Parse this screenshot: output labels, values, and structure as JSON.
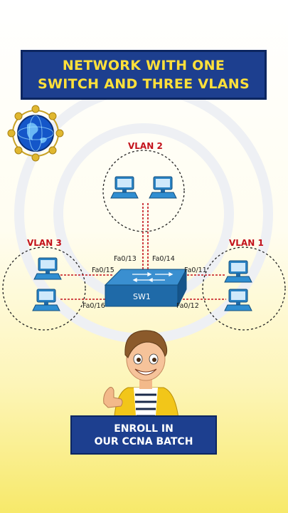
{
  "title": {
    "line1": "NETWORK WITH ONE",
    "line2": "SWITCH AND THREE VLANS"
  },
  "diagram": {
    "switch_label": "SW1",
    "vlans": [
      {
        "id": "vlan2",
        "label": "VLAN 2",
        "ports": [
          "Fa0/13",
          "Fa0/14"
        ]
      },
      {
        "id": "vlan3",
        "label": "VLAN 3",
        "ports": [
          "Fa0/15",
          "Fa0/16"
        ]
      },
      {
        "id": "vlan1",
        "label": "VLAN 1",
        "ports": [
          "Fa0/11",
          "Fa0/12"
        ]
      }
    ]
  },
  "cta": {
    "line1": "ENROLL IN",
    "line2": "OUR CCNA BATCH"
  },
  "colors": {
    "title_bg": "#1d3f8f",
    "title_text": "#ffe03a",
    "vlan_label": "#c3121b",
    "link": "#c3121b",
    "switch": "#1f6aa8",
    "pc": "#2376b3"
  },
  "icons": [
    "globe-network-icon",
    "switch-icon",
    "pc-icon",
    "mascot-illustration"
  ]
}
